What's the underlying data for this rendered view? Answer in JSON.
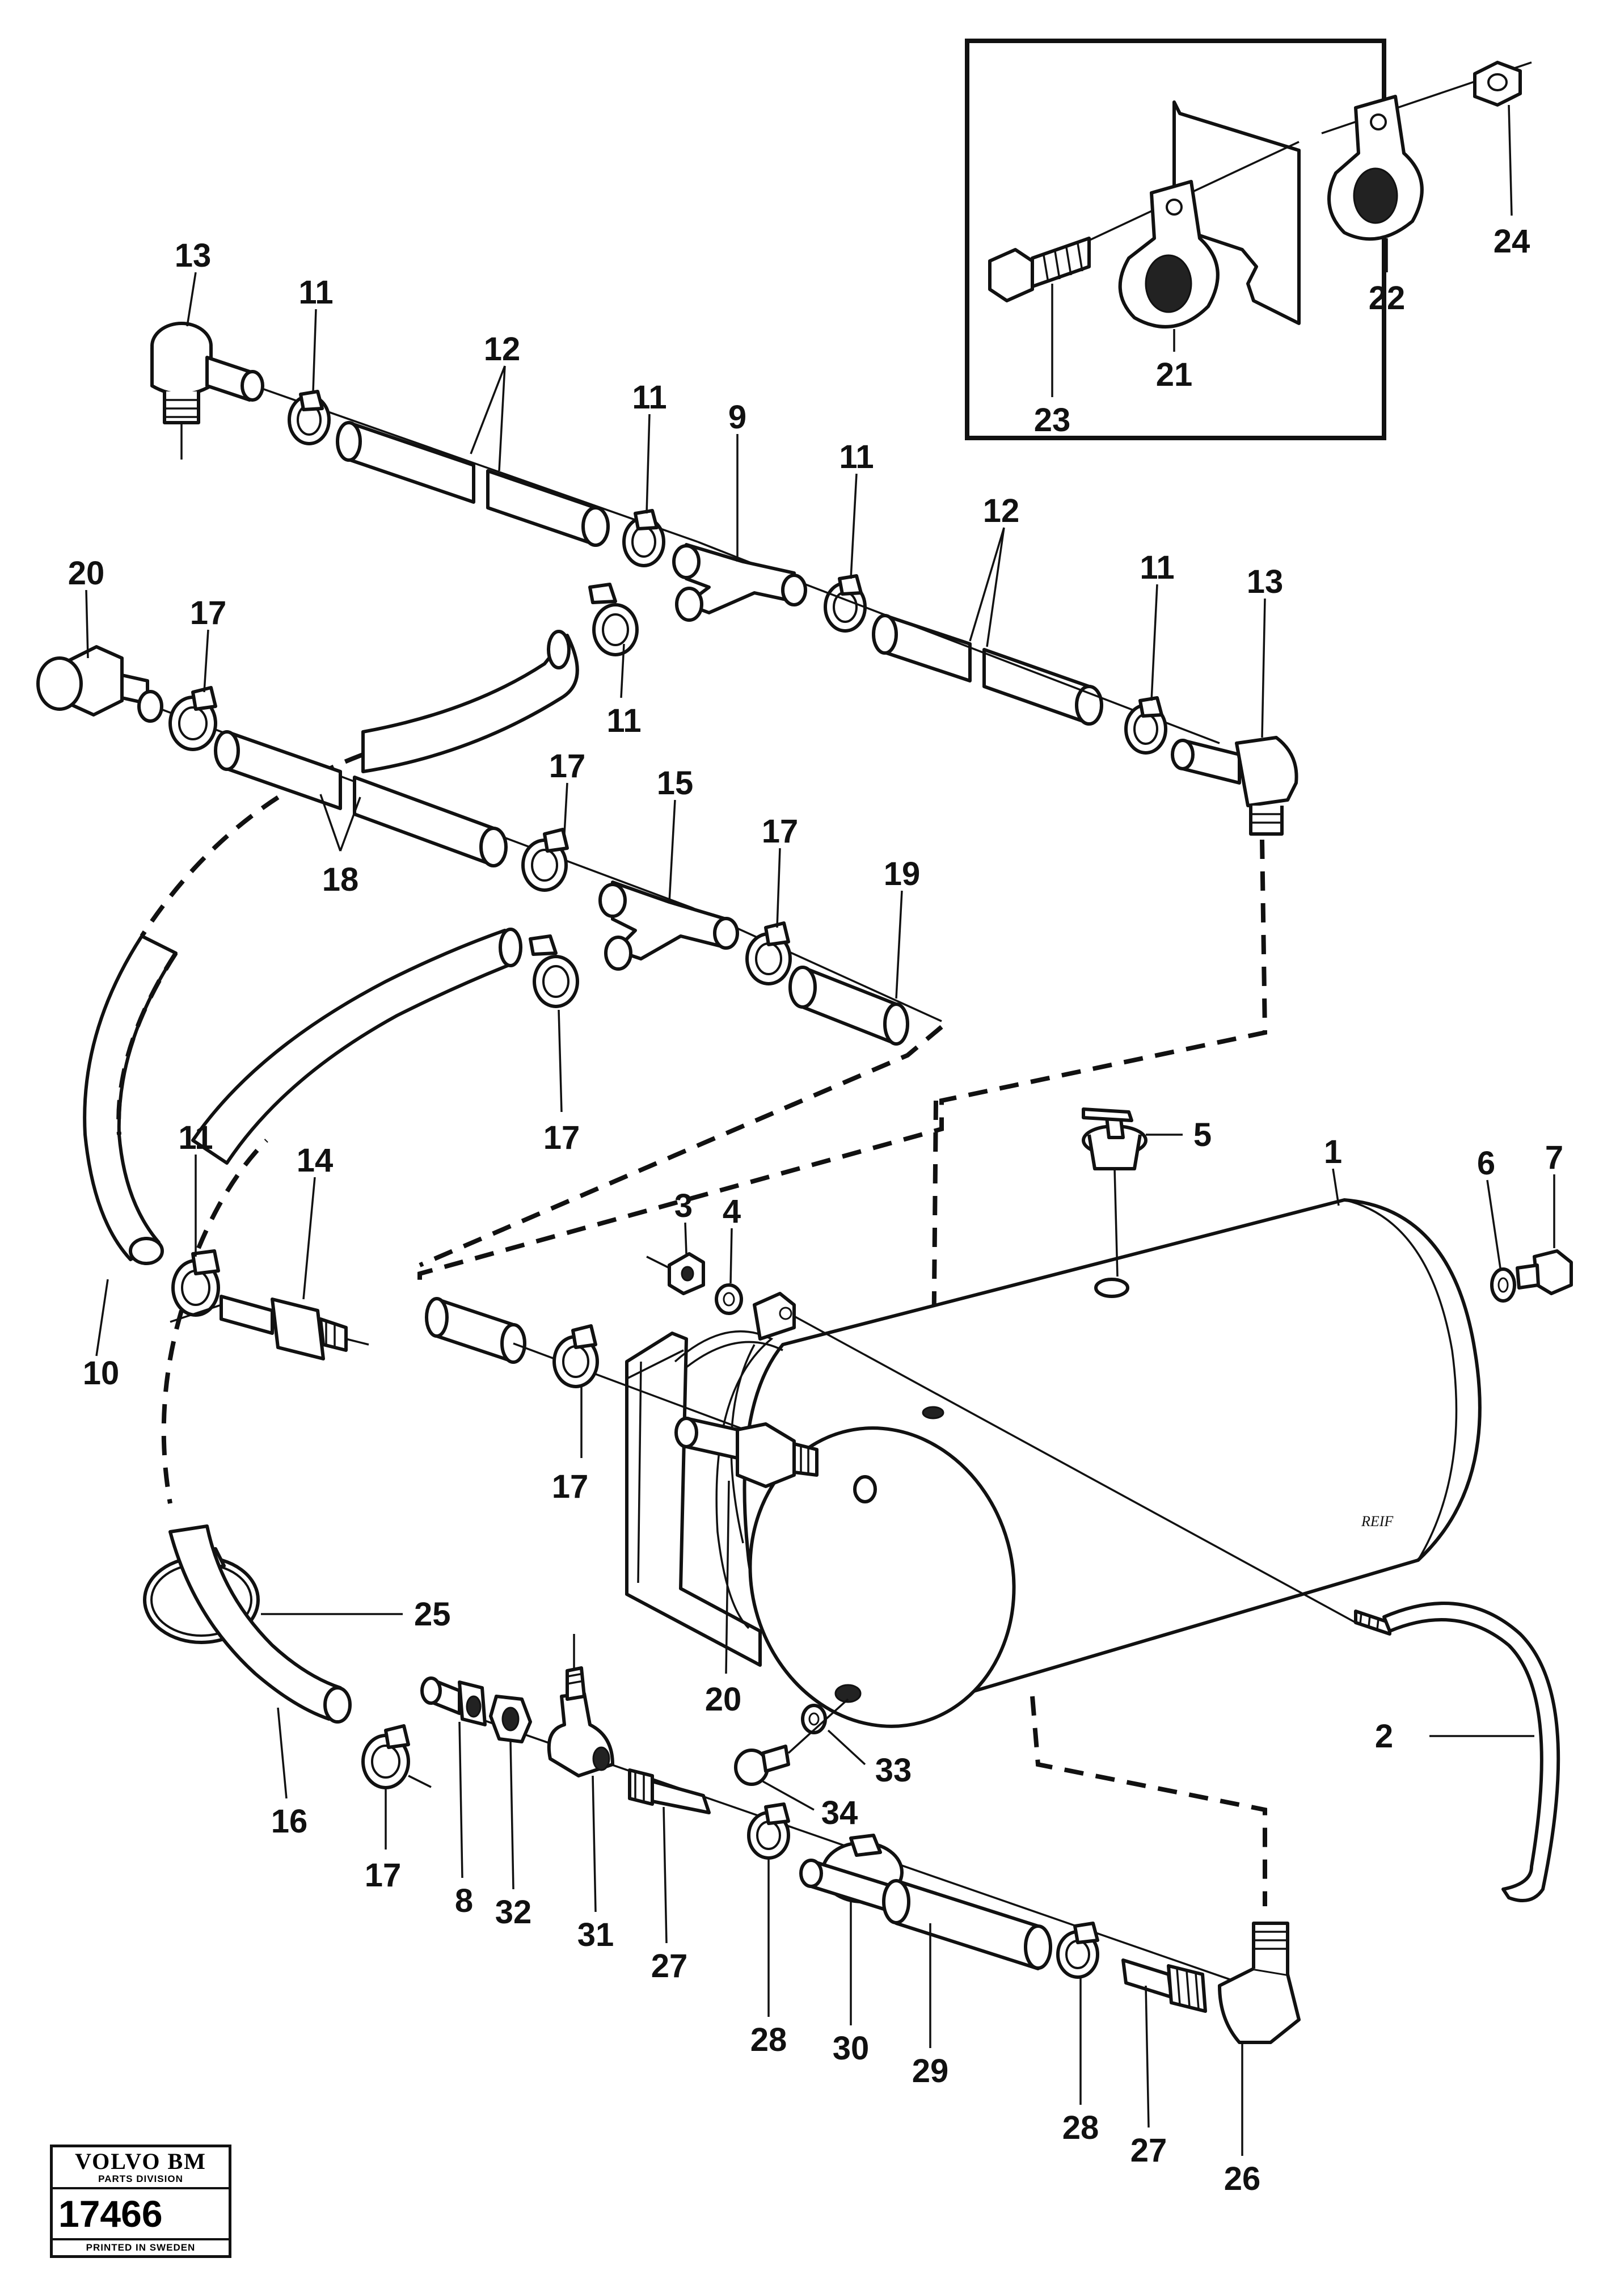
{
  "labels": {
    "p1": "1",
    "p2": "2",
    "p3": "3",
    "p4": "4",
    "p5": "5",
    "p6": "6",
    "p7": "7",
    "p8": "8",
    "p9": "9",
    "p10": "10",
    "p11": "11",
    "p12": "12",
    "p13": "13",
    "p14": "14",
    "p15": "15",
    "p16": "16",
    "p17": "17",
    "p18": "18",
    "p19": "19",
    "p20": "20",
    "p21": "21",
    "p22": "22",
    "p23": "23",
    "p24": "24",
    "p25": "25",
    "p26": "26",
    "p27": "27",
    "p28": "28",
    "p29": "29",
    "p30": "30",
    "p31": "31",
    "p32": "32",
    "p33": "33",
    "p34": "34"
  },
  "tank_marking": "REIF",
  "stamp": {
    "brand": "VOLVO BM",
    "division": "PARTS DIVISION",
    "number": "17466",
    "printed": "PRINTED IN SWEDEN"
  }
}
